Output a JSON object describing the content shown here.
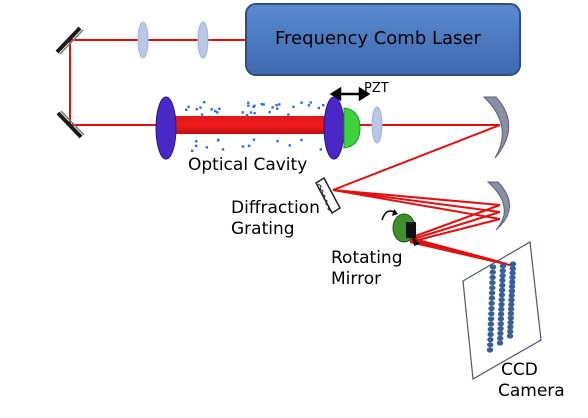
{
  "diagram": {
    "laser_label": "Frequency Comb Laser",
    "pzt_label": "PZT",
    "cavity_label": "Optical Cavity",
    "grating_label": [
      "Diffraction",
      "Grating"
    ],
    "mirror_label": [
      "Rotating",
      "Mirror"
    ],
    "camera_label": [
      "CCD",
      "Camera"
    ]
  },
  "colors": {
    "beam": "#e01010",
    "laser_box": "#4a7abf",
    "cavity_mirror": "#4a28c8",
    "pzt": "#3fd13f",
    "lens": "#b8c8e6",
    "concave_mirror": "#8a8fa6",
    "camera_dots": "#3a5f96"
  },
  "icons": [
    "flat-mirror-icon",
    "lens-icon",
    "concave-mirror-icon",
    "cavity-mirror-icon",
    "pzt-actuator-icon",
    "diffraction-grating-icon",
    "rotating-mirror-icon",
    "ccd-camera-icon",
    "double-arrow-icon",
    "rotation-arrow-icon"
  ]
}
